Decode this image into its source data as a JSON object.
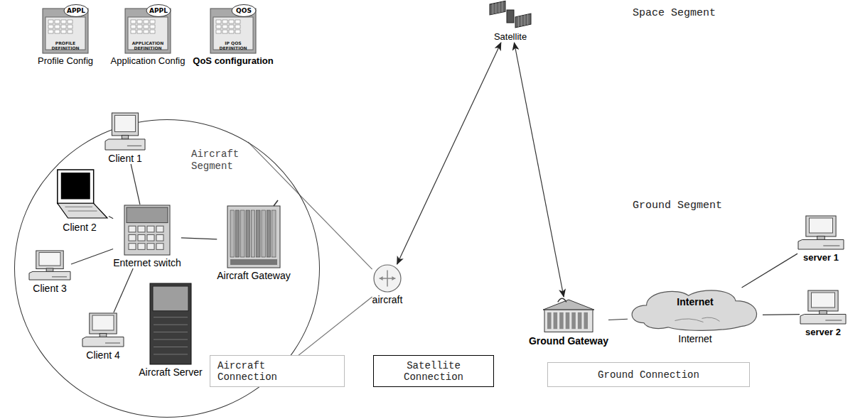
{
  "diagram": {
    "nodes": [
      {
        "text": [
          "APPL",
          "PROFILE DEFINITION",
          "Profile Config"
        ]
      },
      {
        "text": [
          "APPL",
          "APPLICATION DEFINITION",
          "Application Config"
        ]
      },
      {
        "text": [
          "QOS",
          "IP QOS DEFINITION",
          "QoS configuration"
        ]
      },
      {
        "text": [
          "Satellite"
        ]
      },
      {
        "text": [
          "Aircraft Segment"
        ]
      },
      {
        "text": [
          "Client 1"
        ],
        "in": 4
      },
      {
        "text": [
          "Client 2"
        ],
        "in": 4
      },
      {
        "text": [
          "Enternet switch"
        ],
        "in": 4
      },
      {
        "text": [
          "Aircraft Gateway"
        ],
        "in": 4
      },
      {
        "text": [
          "Client 3"
        ],
        "in": 4
      },
      {
        "text": [
          "Client 4"
        ],
        "in": 4
      },
      {
        "text": [
          "Aircraft Server"
        ],
        "in": 4
      },
      {
        "text": [
          "aircraft"
        ]
      },
      {
        "text": [
          "Ground Gateway"
        ]
      },
      {
        "text": [
          "Internet",
          "Internet"
        ]
      },
      {
        "text": [
          "server 1"
        ]
      },
      {
        "text": [
          "server 2"
        ]
      },
      {
        "text": [
          "Aircraft Connection"
        ]
      },
      {
        "text": [
          "Satellite Connection"
        ]
      },
      {
        "text": [
          "Ground Connection"
        ]
      }
    ],
    "edges": [
      {
        "from": 5,
        "to": 7,
        "arrow": "none"
      },
      {
        "from": 6,
        "to": 7,
        "arrow": "none"
      },
      {
        "from": 9,
        "to": 7,
        "arrow": "none"
      },
      {
        "from": 10,
        "to": 7,
        "arrow": "none"
      },
      {
        "from": 7,
        "to": 8,
        "arrow": "none"
      },
      {
        "from": 4,
        "to": 12,
        "arrow": "none"
      },
      {
        "from": 12,
        "to": 3,
        "arrow": "both"
      },
      {
        "from": 3,
        "to": 13,
        "arrow": "both"
      },
      {
        "from": 13,
        "to": 14,
        "arrow": "none"
      },
      {
        "from": 14,
        "to": 15,
        "arrow": "none"
      },
      {
        "from": 14,
        "to": 16,
        "arrow": "none"
      }
    ],
    "labels": [
      "Space Segment",
      "Ground Segment"
    ]
  }
}
